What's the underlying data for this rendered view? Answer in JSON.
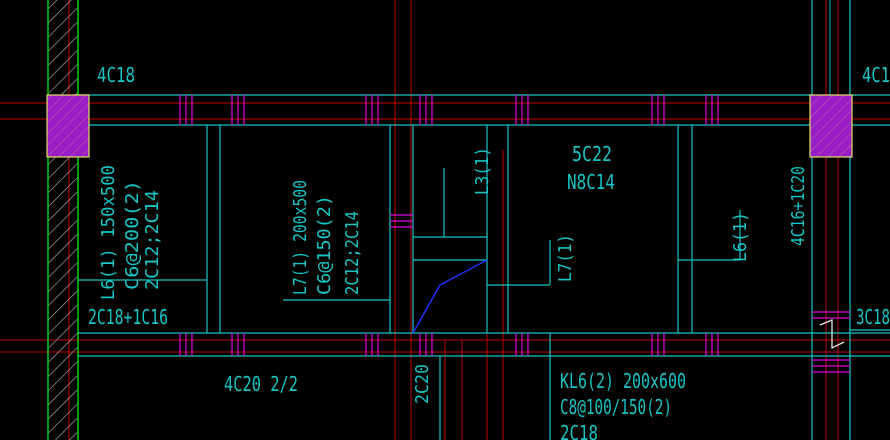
{
  "colors": {
    "background": "#000000",
    "beam": "#18c4c4",
    "axis": "#c00000",
    "rebar_mark": "#e000e0",
    "column_fill": "#9a1ec8",
    "column_hatch": "#e0e060",
    "wall_hatch": "#b0b0b0",
    "wall_edge": "#00d000",
    "stair_line": "#2030ff"
  },
  "labels": {
    "top_left_rebar": "4C18",
    "top_right_rebar": "4C1",
    "beam_l6_a_name": "L6(1) 150x500",
    "beam_l6_a_stirrup": "C6@200(2)",
    "beam_l6_a_bars": "2C12;2C14",
    "beam_l7_a_name": "L7(1) 200x500",
    "beam_l7_a_stirrup": "C6@150(2)",
    "beam_l7_a_bars": "2C12;2C14",
    "beam_l3": "L3(1)",
    "center_top_bars": "5C22",
    "center_side_bars": "N8C14",
    "beam_l7_b": "L7(1)",
    "beam_l6_b": "L6(1)",
    "right_vertical_bars": "4C16+1C20",
    "left_bottom_bars": "2C18+1C16",
    "right_bottom_bars": "3C18",
    "bottom_rebar": "4C20 2/2",
    "bottom_vertical": "2C20",
    "kl6_name": "KL6(2) 200x600",
    "kl6_stirrup": "C8@100/150(2)",
    "kl6_bars": "2C18",
    "top_right_fragment": "4"
  }
}
